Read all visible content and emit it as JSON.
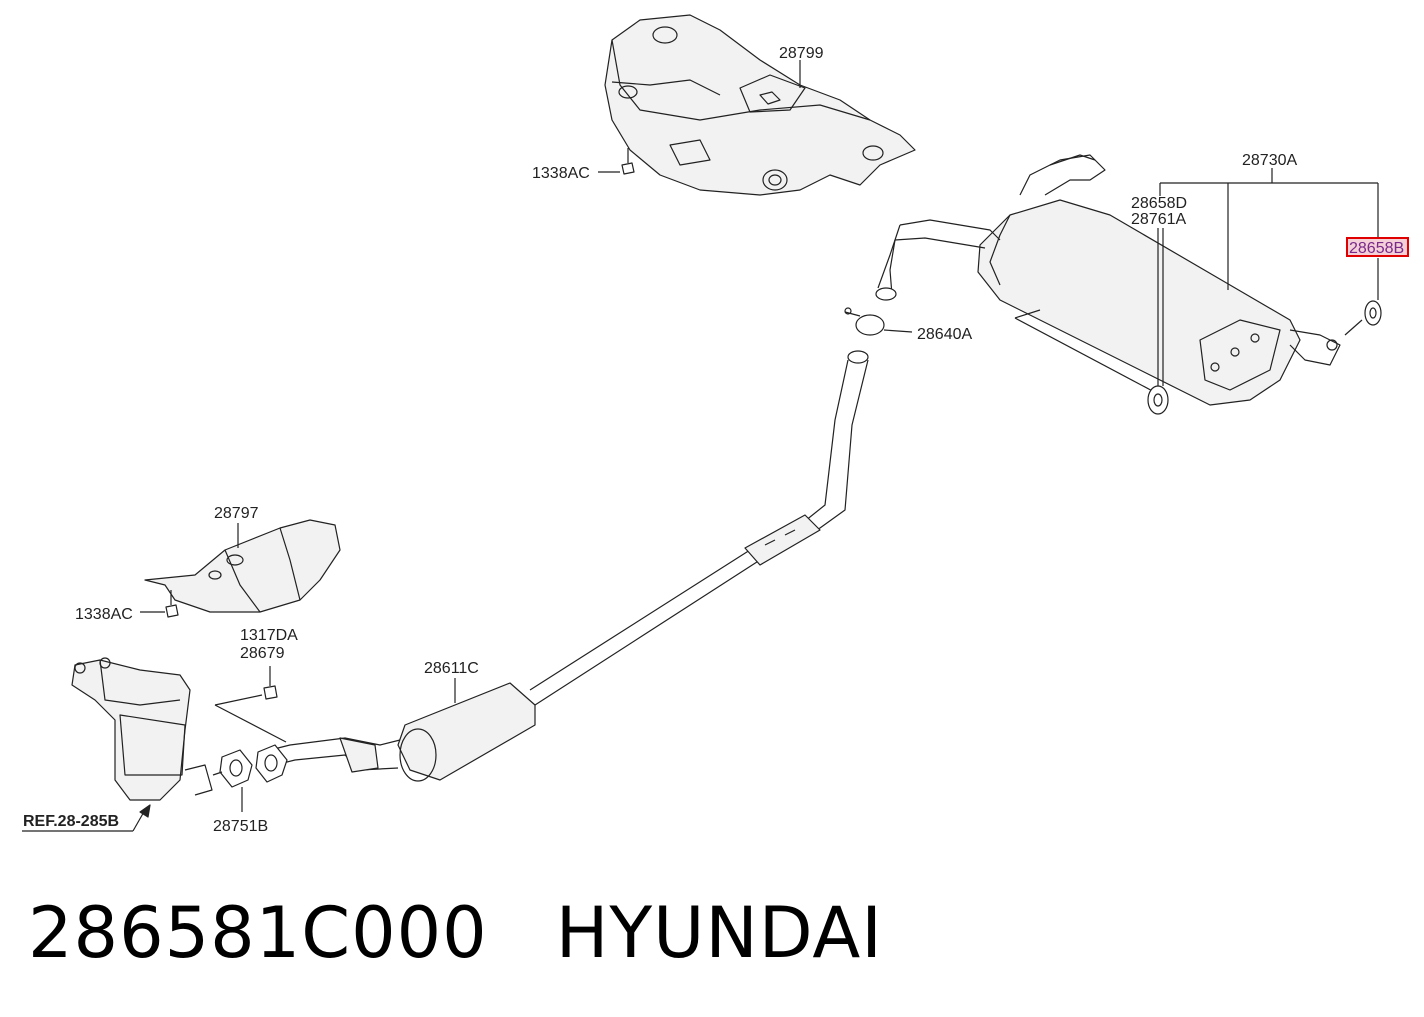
{
  "labels": {
    "p28799": "28799",
    "p1338ac_top": "1338AC",
    "p28730a": "28730A",
    "p28658d": "28658D",
    "p28761a": "28761A",
    "p28658b": "28658B",
    "p28640a": "28640A",
    "p28797": "28797",
    "p1338ac_left": "1338AC",
    "p1317da": "1317DA",
    "p28679": "28679",
    "p28611c": "28611C",
    "p28751b": "28751B",
    "ref": "REF.28-285B"
  },
  "caption": {
    "part_number": "286581C000",
    "brand": "HYUNDAI"
  },
  "colors": {
    "line": "#222222",
    "part_fill": "#f2f2f2",
    "highlight_box": "#e00000",
    "highlight_text": "#7a2a8a"
  }
}
